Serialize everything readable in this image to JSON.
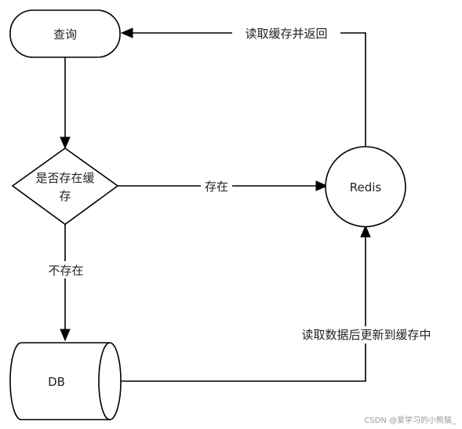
{
  "nodes": {
    "query": {
      "label": "查询"
    },
    "decision": {
      "label_line1": "是否存在缓",
      "label_line2": "存"
    },
    "redis": {
      "label": "Redis"
    },
    "db": {
      "label": "DB"
    }
  },
  "edges": {
    "exists": {
      "label": "存在"
    },
    "not_exists": {
      "label": "不存在"
    },
    "read_cache_return": {
      "label": "读取缓存并返回"
    },
    "read_db_update_cache": {
      "label": "读取数据后更新到缓存中"
    }
  },
  "watermark": {
    "text": "CSDN @爱学习的小熊猫_"
  }
}
